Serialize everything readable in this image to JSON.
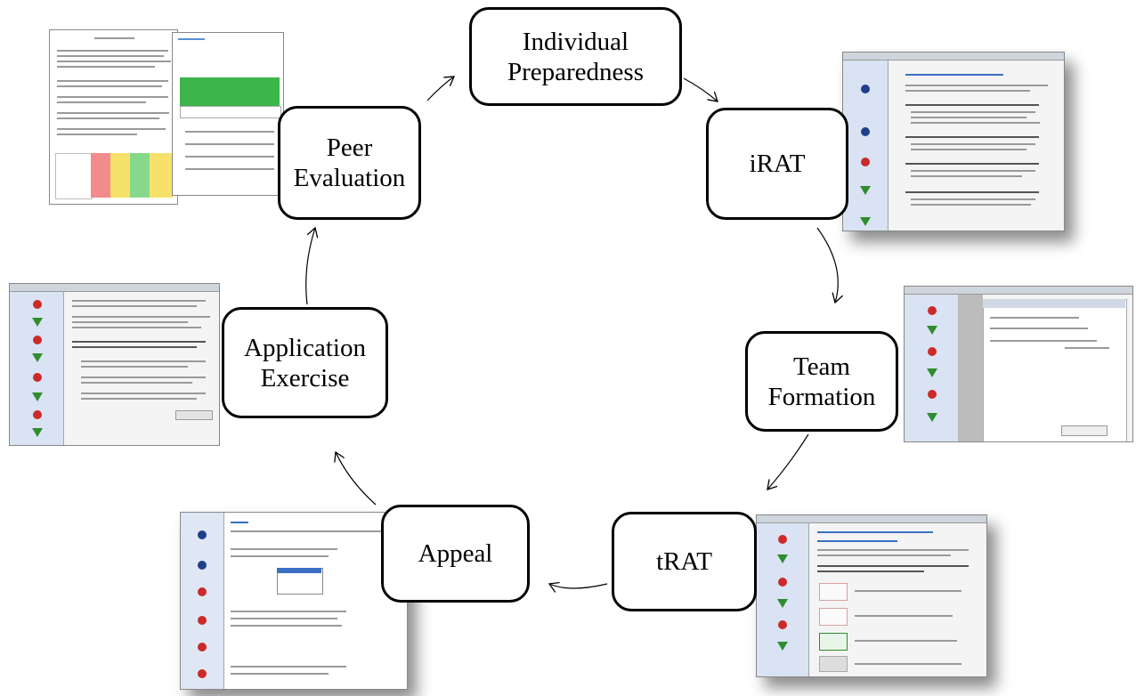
{
  "nodes": {
    "individual_preparedness": "Individual\nPreparedness",
    "irat": "iRAT",
    "team_formation": "Team\nFormation",
    "trat": "tRAT",
    "appeal": "Appeal",
    "application_exercise": "Application\nExercise",
    "peer_evaluation": "Peer\nEvaluation"
  },
  "colors": {
    "node_border": "#000000",
    "arrow": "#000000",
    "sidebar": "#d9e3f3",
    "stop_icon": "#cc2a2a",
    "go_icon": "#2f8d2f",
    "grade_green": "#3cb54a"
  }
}
